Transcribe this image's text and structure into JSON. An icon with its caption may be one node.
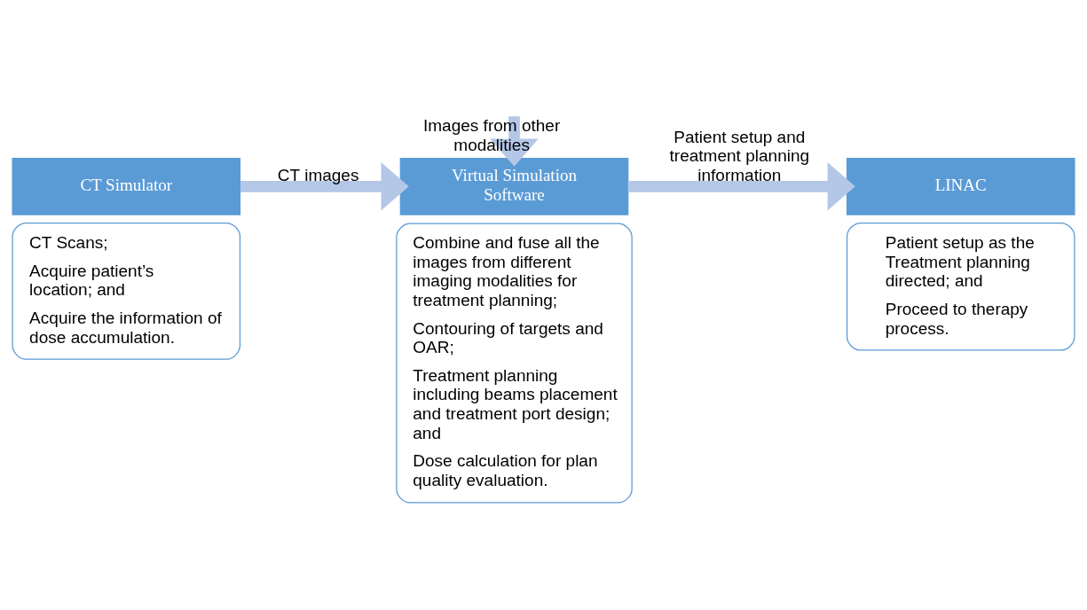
{
  "diagram": {
    "nodes": [
      {
        "text": [
          "CT Simulator"
        ]
      },
      {
        "text": [
          "CT Scans;",
          "Acquire patient’s location; and",
          "Acquire the information of dose accumulation."
        ]
      },
      {
        "text": [
          "Virtual Simulation Software"
        ]
      },
      {
        "text": [
          "Combine and fuse all the images from different imaging modalities for treatment planning;",
          "Contouring of targets and OAR;",
          "Treatment planning including beams placement and treatment port design; and",
          "Dose calculation for plan quality evaluation."
        ]
      },
      {
        "text": [
          "LINAC"
        ]
      },
      {
        "text": [
          "Patient setup as the Treatment planning directed; and",
          "Proceed to therapy process."
        ]
      }
    ],
    "edges": [
      {
        "from": 0,
        "to": 2,
        "arrow": "to",
        "label": "CT images"
      },
      {
        "from": null,
        "to": 2,
        "arrow": "to",
        "label": "Images from other modalities"
      },
      {
        "from": 2,
        "to": 4,
        "arrow": "to",
        "label": "Patient setup and treatment planning information"
      }
    ]
  }
}
